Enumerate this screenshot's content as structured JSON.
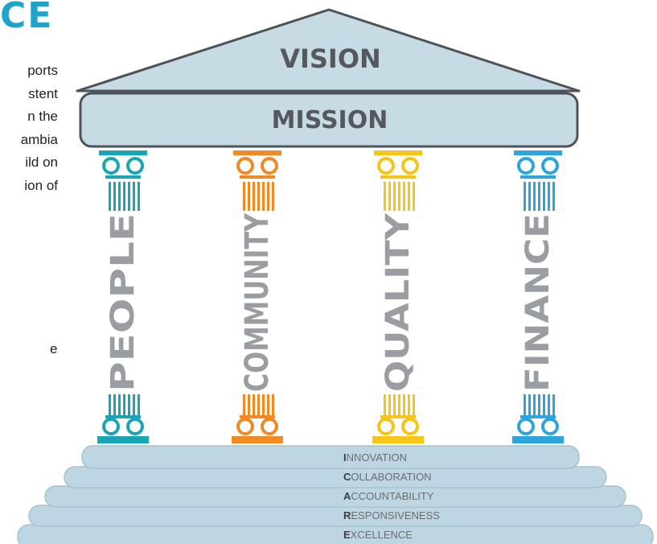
{
  "heading": "CE",
  "body_lines": [
    "ports",
    "stent",
    "n the",
    "ambia",
    "ild on",
    "ion of"
  ],
  "stray_text": "e",
  "roof": {
    "vision": "VISION",
    "mission": "MISSION"
  },
  "pillars": [
    {
      "word": "PEOPLE",
      "color": "#19a5b3"
    },
    {
      "word": "COMMUNITY",
      "color": "#f08a24"
    },
    {
      "word": "QUALITY",
      "color": "#f5c518"
    },
    {
      "word": "FINANCE",
      "color": "#2ea4dc"
    }
  ],
  "steps": [
    {
      "initial": "I",
      "rest": "NNOVATION"
    },
    {
      "initial": "C",
      "rest": "OLLABORATION"
    },
    {
      "initial": "A",
      "rest": "CCOUNTABILITY"
    },
    {
      "initial": "R",
      "rest": "ESPONSIVENESS"
    },
    {
      "initial": "E",
      "rest": "XCELLENCE"
    }
  ],
  "colors": {
    "stone": "#c7dbe5",
    "stone_outline": "#4d5358",
    "step_fill": "#bdd6e2"
  }
}
